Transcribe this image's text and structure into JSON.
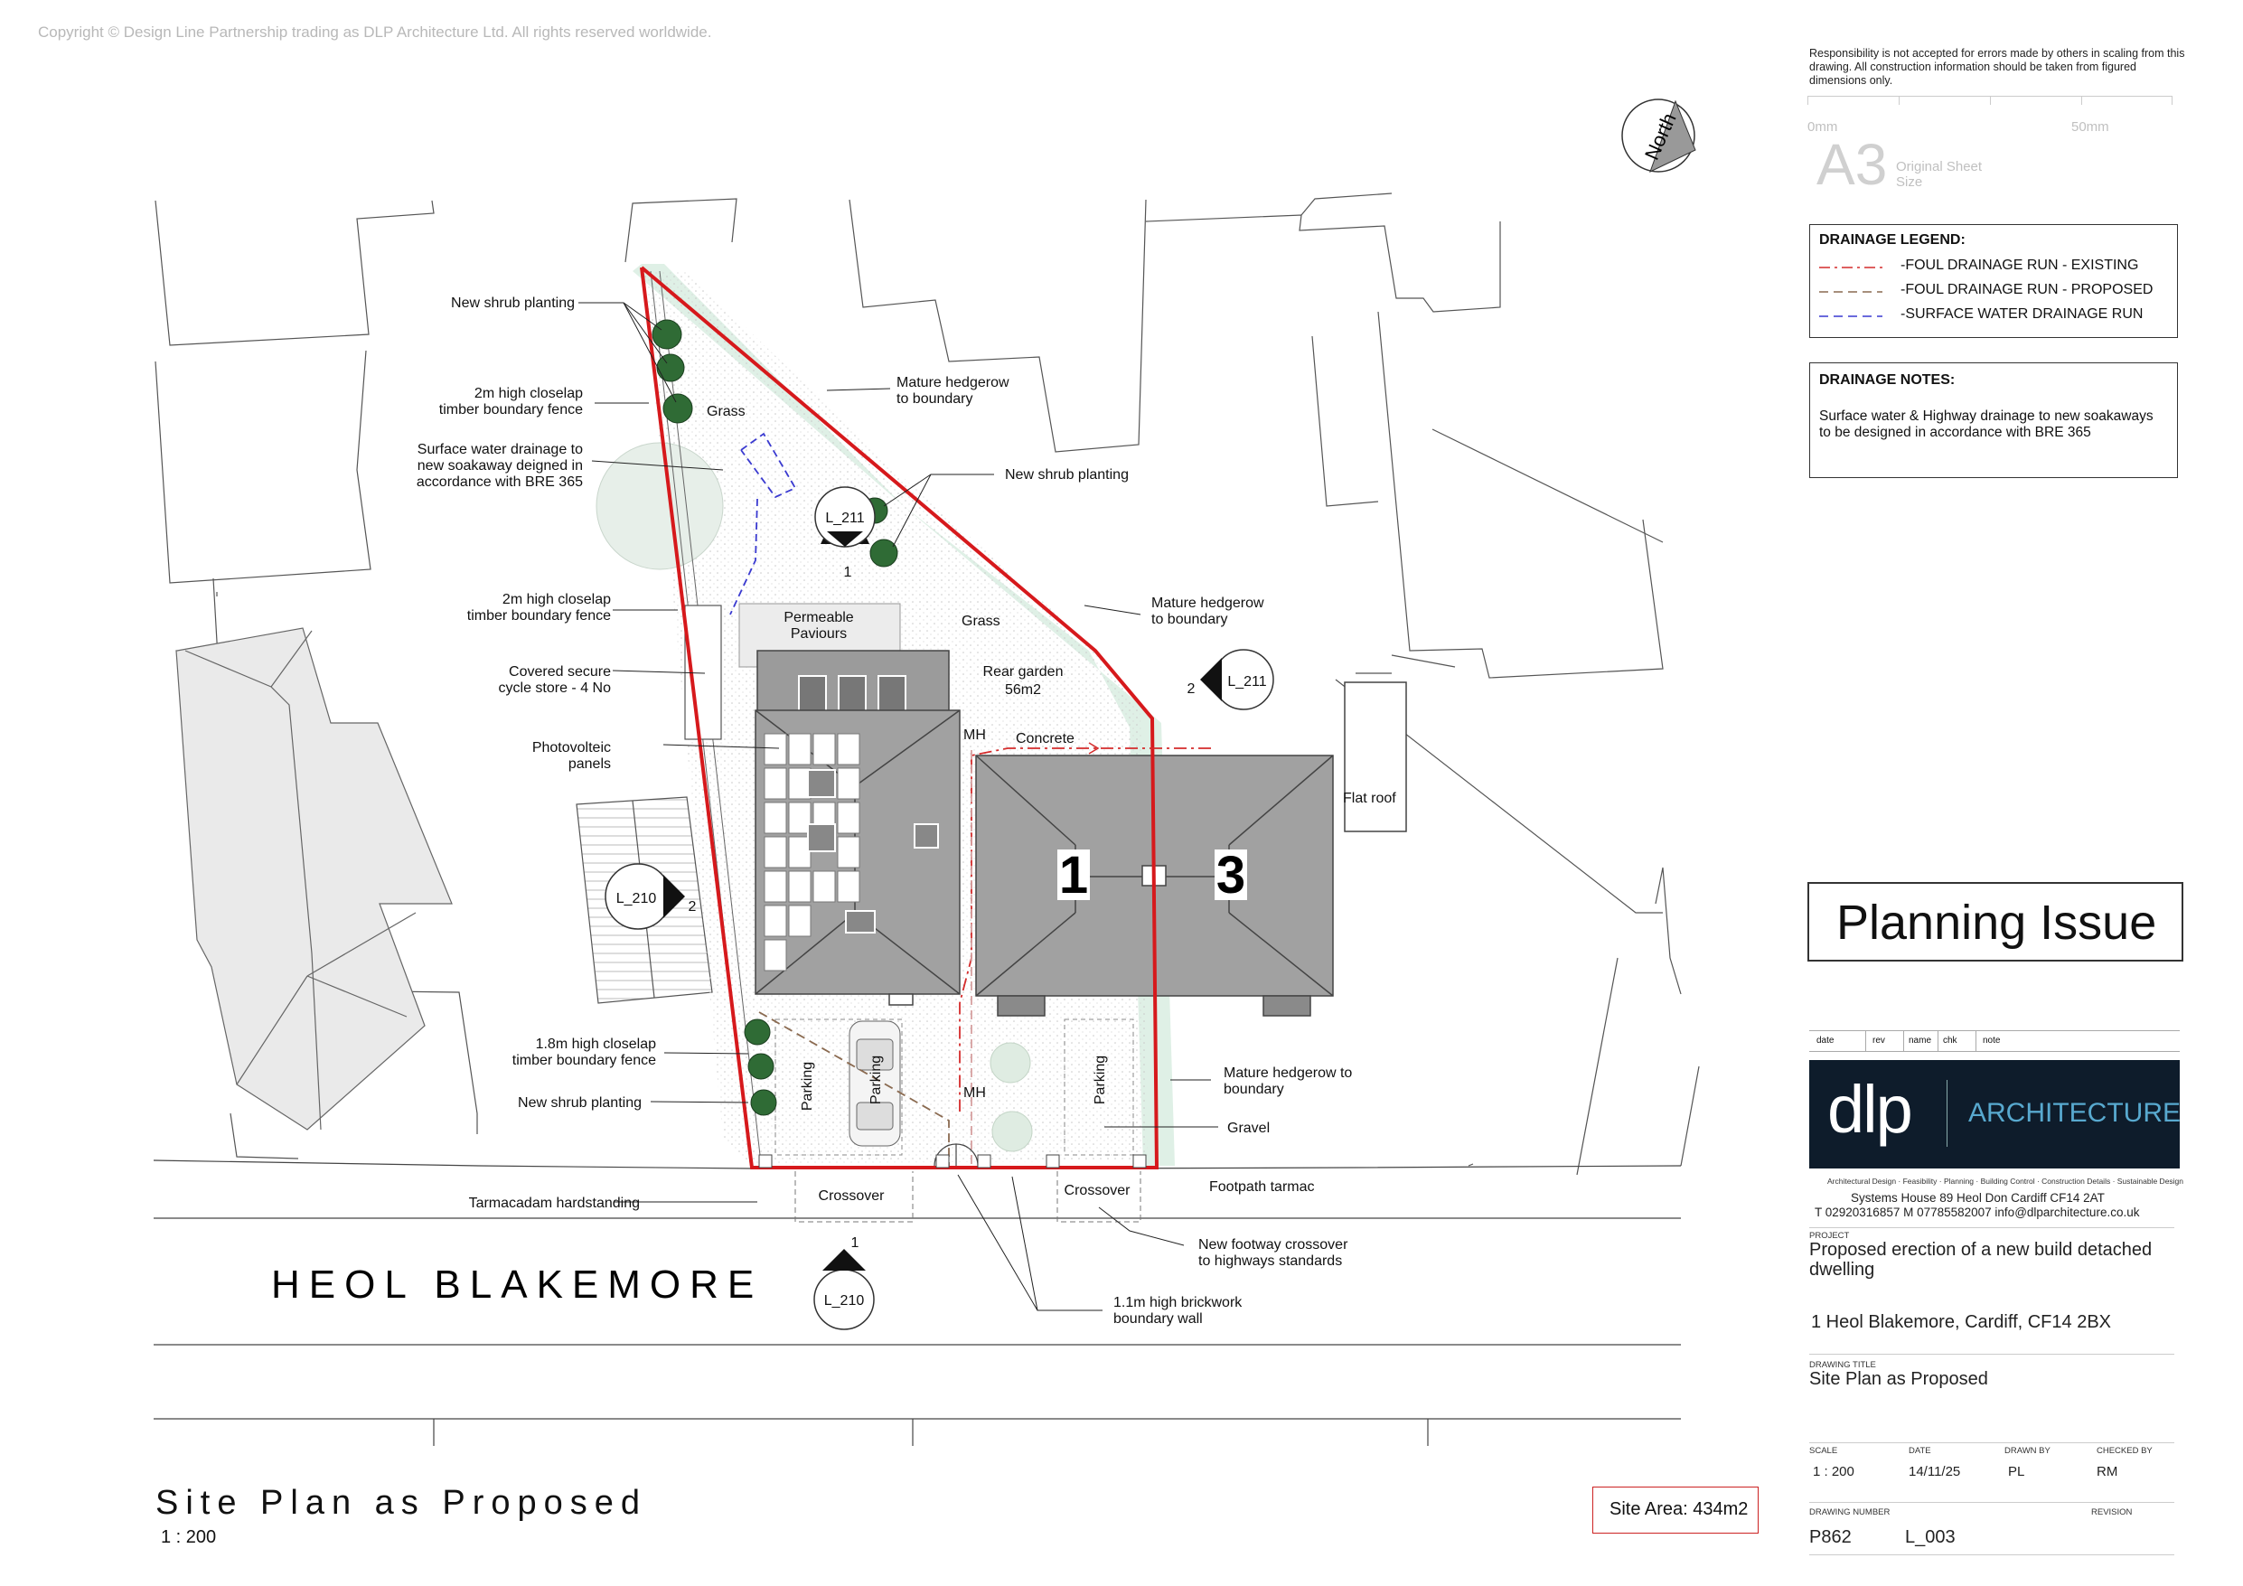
{
  "copyright": "Copyright © Design Line Partnership trading as DLP Architecture Ltd. All rights reserved worldwide.",
  "responsibility": "Responsibility is not accepted for errors made by others in scaling from this drawing.  All construction information should be taken from figured dimensions only.",
  "scale_bar": {
    "start": "0mm",
    "end": "50mm"
  },
  "sheet": {
    "size": "A3",
    "label": "Original Sheet Size"
  },
  "north_label": "North",
  "drainage_legend": {
    "title": "DRAINAGE LEGEND:",
    "items": [
      {
        "label": "-FOUL DRAINAGE RUN - EXISTING",
        "color": "#d42b2b"
      },
      {
        "label": "-FOUL DRAINAGE RUN - PROPOSED",
        "color": "#8a6a50"
      },
      {
        "label": "-SURFACE WATER DRAINAGE RUN",
        "color": "#3a3ad0"
      }
    ]
  },
  "drainage_notes": {
    "title": "DRAINAGE NOTES:",
    "body": "Surface water & Highway drainage to new soakaways to be designed in accordance with BRE 365"
  },
  "status": "Planning Issue",
  "revision_table": {
    "date": "date",
    "rev": "rev",
    "name": "name",
    "chk": "chk",
    "note": "note"
  },
  "firm": {
    "logo": "dlp",
    "name": "ARCHITECTURE",
    "services": "Architectural Design · Feasibility · Planning · Building Control · Construction Details · Sustainable Design",
    "address": "Systems House   89 Heol Don    Cardiff    CF14 2AT",
    "contact": "T  02920316857    M  07785582007     info@dlparchitecture.co.uk"
  },
  "project": {
    "caption": "PROJECT",
    "name": "Proposed erection of a new build detached dwelling",
    "address": "1 Heol Blakemore, Cardiff, CF14 2BX"
  },
  "drawing_title": {
    "caption": "DRAWING TITLE",
    "value": "Site Plan as Proposed"
  },
  "details": {
    "scale_caption": "SCALE",
    "scale": "1 : 200",
    "date_caption": "DATE",
    "date": "14/11/25",
    "drawn_caption": "DRAWN BY",
    "drawn": "PL",
    "checked_caption": "CHECKED BY",
    "checked": "RM"
  },
  "drawing_number": {
    "caption": "DRAWING NUMBER",
    "project": "P862",
    "number": "L_003",
    "revision_caption": "REVISION"
  },
  "plan_title": "Site  Plan as Proposed",
  "plan_scale": "1 : 200",
  "site_area": "Site Area: 434m2",
  "street_name": "HEOL  BLAKEMORE",
  "plot_numbers": {
    "left": "1",
    "right": "3"
  },
  "section_markers": {
    "L211_top": {
      "ref": "L_211",
      "num": "1"
    },
    "L211_right": {
      "ref": "L_211",
      "num": "2"
    },
    "L210_left": {
      "ref": "L_210",
      "num": "2"
    },
    "L210_bottom": {
      "ref": "L_210",
      "num": "1"
    }
  },
  "annotations": {
    "shrub_top": "New shrub planting",
    "fence_top_1": "2m high closelap",
    "fence_top_2": "timber boundary fence",
    "grass_left": "Grass",
    "sw_1": "Surface water drainage to",
    "sw_2": "new soakaway deigned in",
    "sw_3": "accordance with BRE 365",
    "hedge_top_1": "Mature hedgerow",
    "hedge_top_2": "to boundary",
    "shrub_mid": "New shrub planting",
    "fence_mid_1": "2m high closelap",
    "fence_mid_2": "timber boundary fence",
    "perm_1": "Permeable",
    "perm_2": "Paviours",
    "grass_mid": "Grass",
    "hedge_mid_1": "Mature hedgerow",
    "hedge_mid_2": "to boundary",
    "cycle_1": "Covered secure",
    "cycle_2": "cycle store - 4 No",
    "rear_1": "Rear garden",
    "rear_2": "56m2",
    "pv_1": "Photovolteic",
    "pv_2": "panels",
    "mh_top": "MH",
    "concrete": "Concrete",
    "flat_roof": "Flat roof",
    "fence_low_1": "1.8m high closelap",
    "fence_low_2": "timber boundary fence",
    "shrub_low": "New shrub planting",
    "parking_1": "Parking",
    "parking_2": "Parking",
    "parking_3": "Parking",
    "mh_low": "MH",
    "hedge_low_1": "Mature hedgerow to",
    "hedge_low_2": "boundary",
    "gravel": "Gravel",
    "tarmac_hard": "Tarmacadam hardstanding",
    "crossover_1": "Crossover",
    "crossover_2": "Crossover",
    "footpath": "Footpath tarmac",
    "new_cross_1": "New footway crossover",
    "new_cross_2": "to highways standards",
    "wall_1": "1.1m high brickwork",
    "wall_2": "boundary wall"
  }
}
